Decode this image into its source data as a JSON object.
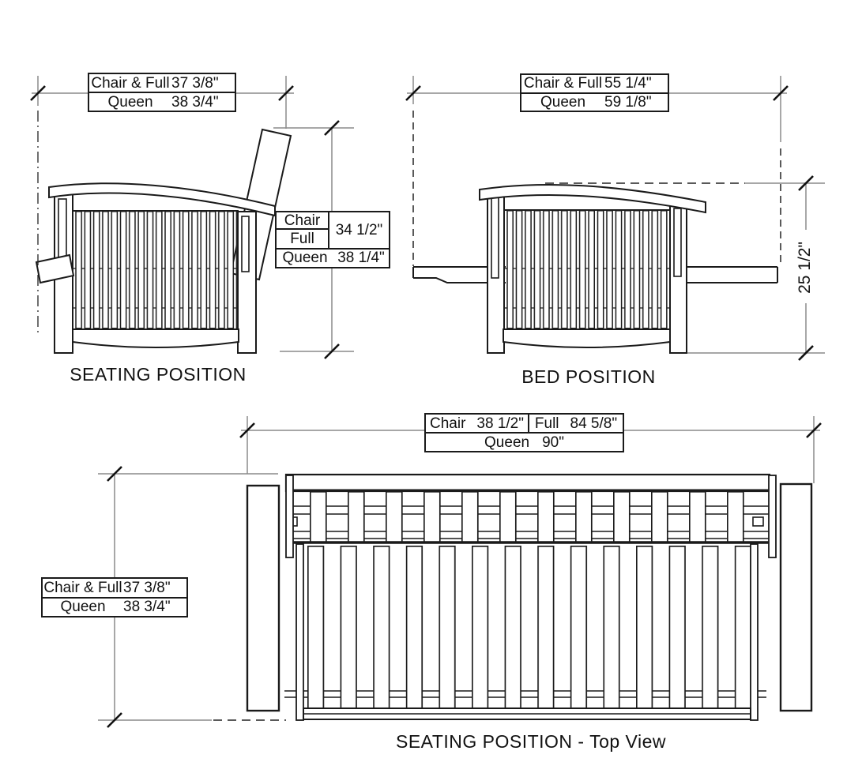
{
  "seating": {
    "title": "SEATING POSITION",
    "width": {
      "r1l": "Chair & Full",
      "r1v": "37 3/8\"",
      "r2l": "Queen",
      "r2v": "38 3/4\""
    },
    "height": {
      "chair": "Chair",
      "full": "Full",
      "cf_value": "34 1/2\"",
      "queen": "Queen",
      "queen_value": "38 1/4\""
    }
  },
  "bed": {
    "title": "BED POSITION",
    "width": {
      "r1l": "Chair & Full",
      "r1v": "55 1/4\"",
      "r2l": "Queen",
      "r2v": "59 1/8\""
    },
    "height_value": "25 1/2\""
  },
  "top": {
    "title": "SEATING POSITION - Top View",
    "width": {
      "chair_l": "Chair",
      "chair_v": "38 1/2\"",
      "full_l": "Full",
      "full_v": "84 5/8\"",
      "queen_l": "Queen",
      "queen_v": "90\""
    },
    "depth": {
      "r1l": "Chair & Full",
      "r1v": "37 3/8\"",
      "r2l": "Queen",
      "r2v": "38 3/4\""
    }
  },
  "colors": {
    "line": "#1a1a1a",
    "dim": "#8a8a8a",
    "background": "#ffffff"
  }
}
